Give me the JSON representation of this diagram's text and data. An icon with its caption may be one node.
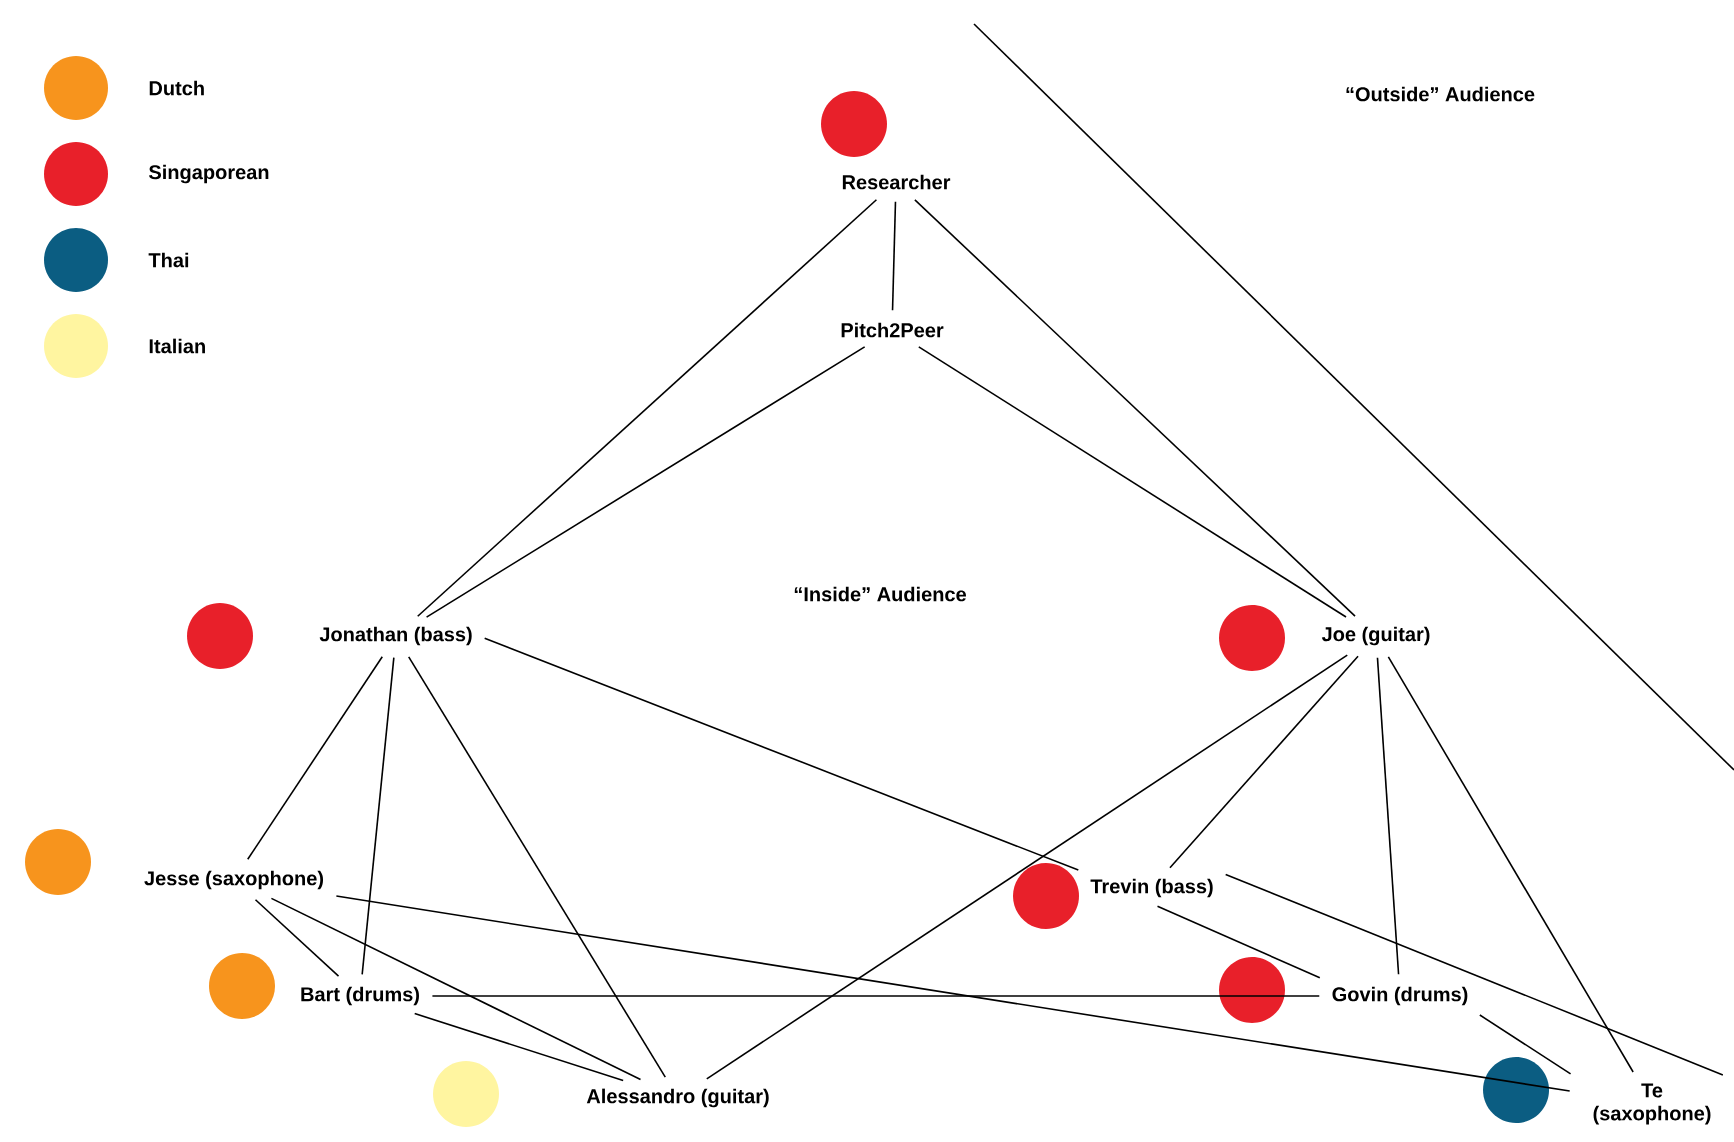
{
  "diagram": {
    "nodes": [
      {
        "text": [
          "Researcher"
        ]
      },
      {
        "text": [
          "Pitch2Peer"
        ]
      },
      {
        "text": [
          "Jonathan (bass)"
        ]
      },
      {
        "text": [
          "Joe (guitar)"
        ]
      },
      {
        "text": [
          "Jesse (saxophone)"
        ]
      },
      {
        "text": [
          "Trevin (bass)"
        ]
      },
      {
        "text": [
          "Bart (drums)"
        ]
      },
      {
        "text": [
          "Govin (drums)"
        ]
      },
      {
        "text": [
          "Alessandro (guitar)"
        ]
      },
      {
        "text": [
          "Te (saxophone)"
        ]
      }
    ],
    "edges": [
      {
        "from": 0,
        "to": 1,
        "arrow": "none"
      },
      {
        "from": 0,
        "to": 2,
        "arrow": "none"
      },
      {
        "from": 0,
        "to": 3,
        "arrow": "none"
      },
      {
        "from": 1,
        "to": 2,
        "arrow": "none"
      },
      {
        "from": 1,
        "to": 3,
        "arrow": "none"
      },
      {
        "from": 2,
        "to": 4,
        "arrow": "none"
      },
      {
        "from": 2,
        "to": 6,
        "arrow": "none"
      },
      {
        "from": 2,
        "to": 8,
        "arrow": "none"
      },
      {
        "from": 2,
        "to": 5,
        "arrow": "none"
      },
      {
        "from": 3,
        "to": 5,
        "arrow": "none"
      },
      {
        "from": 3,
        "to": 8,
        "arrow": "none"
      },
      {
        "from": 3,
        "to": 7,
        "arrow": "none"
      },
      {
        "from": 3,
        "to": 9,
        "arrow": "none"
      },
      {
        "from": 4,
        "to": 6,
        "arrow": "none"
      },
      {
        "from": 4,
        "to": 8,
        "arrow": "none"
      },
      {
        "from": 4,
        "to": 9,
        "arrow": "none"
      },
      {
        "from": 6,
        "to": 8,
        "arrow": "none"
      },
      {
        "from": 6,
        "to": 7,
        "arrow": "none"
      },
      {
        "from": 5,
        "to": 7,
        "arrow": "none"
      },
      {
        "from": 5,
        "to": 9,
        "arrow": "none"
      },
      {
        "from": 7,
        "to": 9,
        "arrow": "none"
      }
    ],
    "labels": [
      "“Outside” Audience",
      "“Inside” Audience"
    ],
    "legend": [
      {
        "text": "Dutch",
        "color": "#f7941d"
      },
      {
        "text": "Singaporean",
        "color": "#e8202a"
      },
      {
        "text": "Thai",
        "color": "#0b5d82"
      },
      {
        "text": "Italian",
        "color": "#fff5a0"
      }
    ]
  }
}
